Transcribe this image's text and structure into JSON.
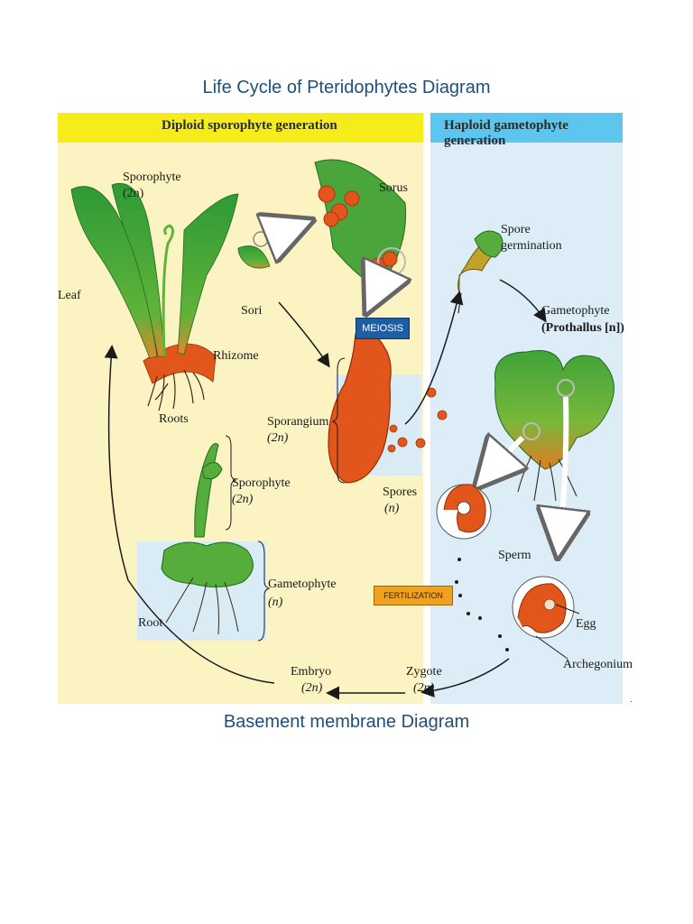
{
  "page": {
    "title": "Life Cycle of Pteridophytes Diagram",
    "caption": "Basement membrane Diagram"
  },
  "diagram": {
    "header_left": "Diploid sporophyte generation",
    "header_right": "Haploid gametophyte generation",
    "labels": {
      "sporophyte_top": "Sporophyte",
      "sporophyte_top_ploidy": "(2n)",
      "sorus": "Sorus",
      "leaf": "Leaf",
      "sori": "Sori",
      "rhizome": "Rhizome",
      "roots": "Roots",
      "meiosis": "MEIOSIS",
      "sporangium": "Sporangium",
      "sporangium_ploidy": "(2n)",
      "spores": "Spores",
      "spores_ploidy": "(n)",
      "spore_germination_1": "Spore",
      "spore_germination_2": "germination",
      "gametophyte_top": "Gametophyte",
      "prothallus": "(Prothallus [n])",
      "sporophyte_small": "Sporophyte",
      "sporophyte_small_ploidy": "(2n)",
      "gametophyte_small": "Gametophyte",
      "gametophyte_small_ploidy": "(n)",
      "root": "Root",
      "sperm": "Sperm",
      "fertilization": "FERTILIZATION",
      "egg": "Egg",
      "archegonium": "Archegonium",
      "embryo": "Embryo",
      "embryo_ploidy": "(2n)",
      "zygote": "Zygote",
      "zygote_ploidy": "(2n)"
    },
    "colors": {
      "diploid_bg": "#fbf3c2",
      "diploid_header": "#f6ec1c",
      "haploid_bg": "#dcedf7",
      "haploid_header": "#5cc6ee",
      "fern_green": "#3c9a2e",
      "rhizome_orange": "#e2561b",
      "meiosis_box": "#1d5fa6",
      "fertilization_box": "#f0a11d"
    },
    "trailing_mark": "."
  }
}
